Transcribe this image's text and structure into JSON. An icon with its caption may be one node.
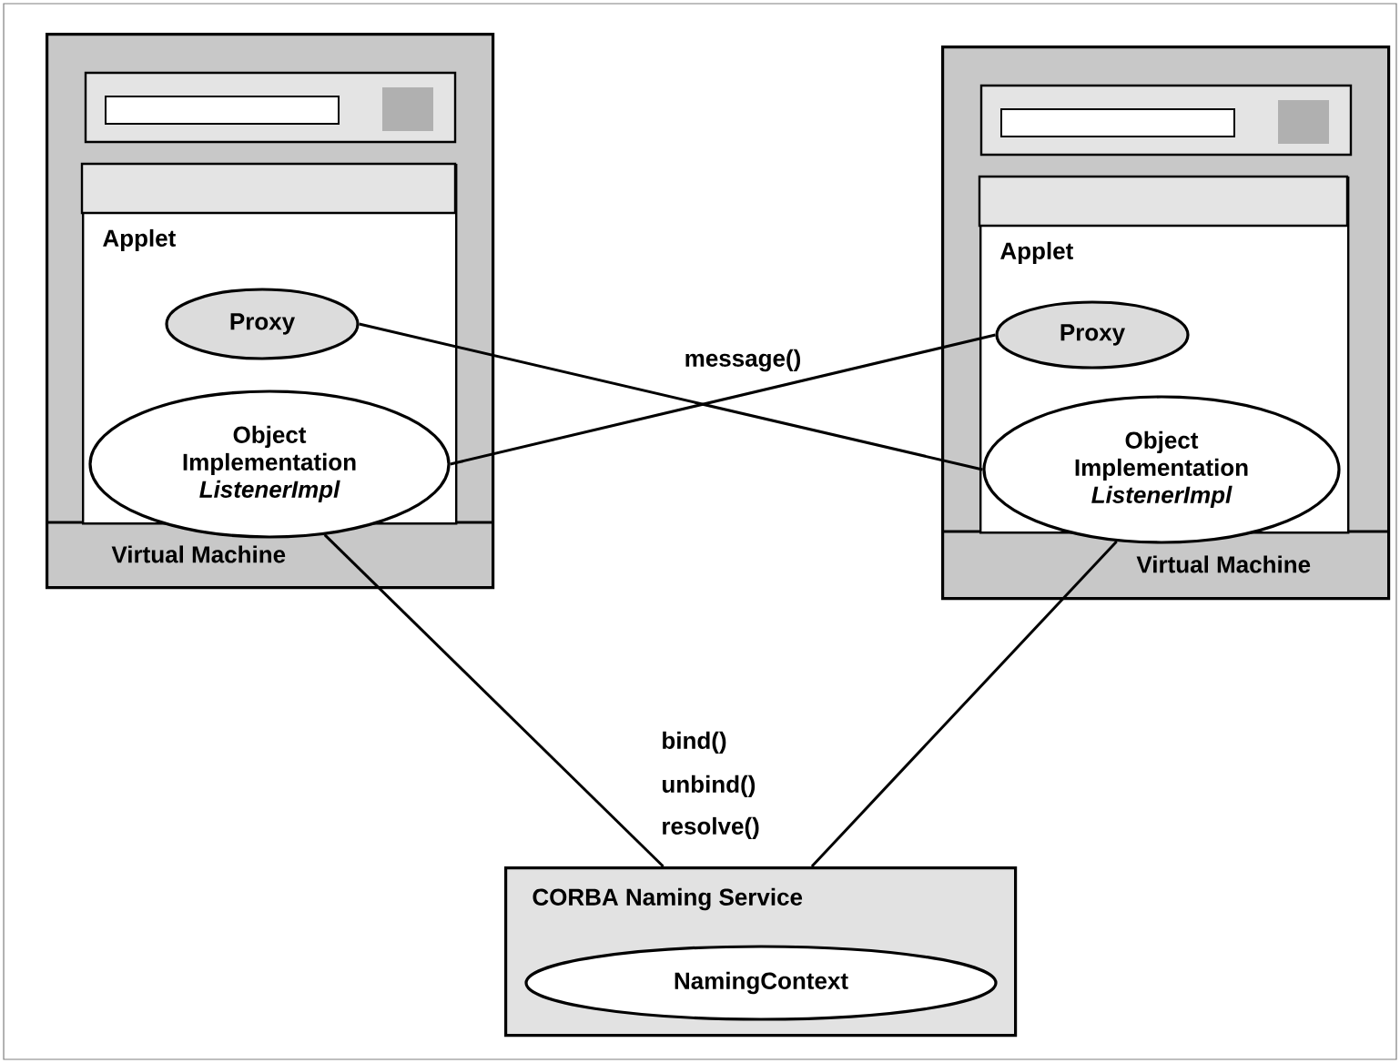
{
  "diagram": {
    "nodes": [
      {
        "text": [
          "Virtual Machine"
        ]
      },
      {
        "text": [
          "Applet"
        ],
        "in": 0
      },
      {
        "text": [
          "Proxy"
        ],
        "in": 1
      },
      {
        "text": [
          "Object Implementation",
          "ListenerImpl"
        ],
        "in": 1
      },
      {
        "text": [
          "Virtual Machine"
        ]
      },
      {
        "text": [
          "Applet"
        ],
        "in": 4
      },
      {
        "text": [
          "Proxy"
        ],
        "in": 5
      },
      {
        "text": [
          "Object Implementation",
          "ListenerImpl"
        ],
        "in": 5
      },
      {
        "text": [
          "CORBA Naming Service"
        ]
      },
      {
        "text": [
          "NamingContext"
        ],
        "in": 8
      }
    ],
    "edges": [
      {
        "from": 2,
        "to": 7,
        "arrow": "none"
      },
      {
        "from": 6,
        "to": 3,
        "arrow": "none"
      },
      {
        "from": 3,
        "to": 8,
        "arrow": "none"
      },
      {
        "from": 7,
        "to": 8,
        "arrow": "none"
      }
    ],
    "labels": [
      "message()",
      "bind()",
      "unbind()",
      "resolve()"
    ]
  }
}
